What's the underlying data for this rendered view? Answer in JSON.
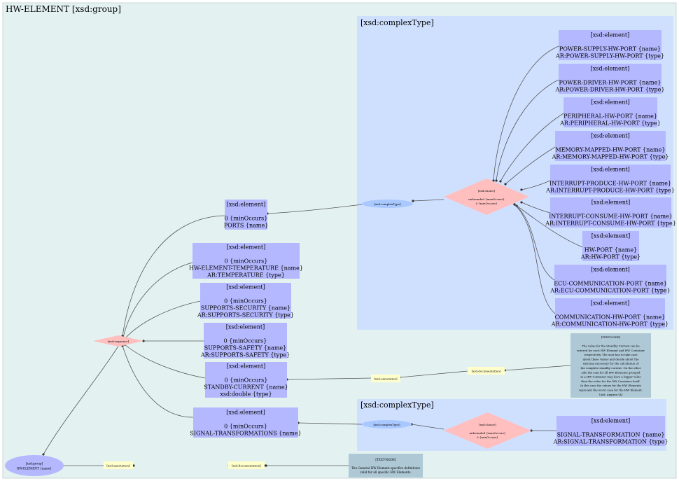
{
  "group": {
    "title": "HW-ELEMENT [xsd:group]"
  },
  "clusters": {
    "ports_type": {
      "label": "[xsd:complexType]"
    },
    "signal_type": {
      "label": "[xsd:complexType]"
    }
  },
  "nodes": {
    "group_node": {
      "lines": [
        "[xsd:group]",
        "HW-ELEMENT {name}"
      ]
    },
    "group_annotation": {
      "lines": [
        "[xsd:annotation]"
      ]
    },
    "group_documentation": {
      "lines": [
        "[xsd:documentation]"
      ]
    },
    "group_doc_text": {
      "lines": [
        "[TEXT-NODE]",
        "",
        "The General HW Element specifics definitions",
        "valid for all specific HW Elements."
      ]
    },
    "sequence": {
      "lines": [
        "[xsd:sequence]"
      ]
    },
    "ports": {
      "lines": [
        "[xsd:element]",
        "",
        "0 {minOccurs}",
        "PORTS {name}"
      ]
    },
    "temperature": {
      "lines": [
        "[xsd:element]",
        "",
        "0 {minOccurs}",
        "HW-ELEMENT-TEMPERATURE {name}",
        "AR:TEMPERATURE {type}"
      ]
    },
    "supports_security": {
      "lines": [
        "[xsd:element]",
        "",
        "0 {minOccurs}",
        "SUPPORTS-SECURITY {name}",
        "AR:SUPPORTS-SECURITY {type}"
      ]
    },
    "supports_safety": {
      "lines": [
        "[xsd:element]",
        "",
        "0 {minOccurs}",
        "SUPPORTS-SAFETY {name}",
        "AR:SUPPORTS-SAFETY {type}"
      ]
    },
    "standby_current": {
      "lines": [
        "[xsd:element]",
        "",
        "0 {minOccurs}",
        "STANDBY-CURRENT {name}",
        "xsd:double {type}"
      ]
    },
    "signal_transformations": {
      "lines": [
        "[xsd:element]",
        "",
        "0 {minOccurs}",
        "SIGNAL-TRANSFORMATIONS {name}"
      ]
    },
    "standby_annotation": {
      "lines": [
        "[xsd:annotation]"
      ]
    },
    "standby_documentation": {
      "lines": [
        "[xsd:documentation]"
      ]
    },
    "standby_doc_text": {
      "lines": [
        "[TEXT-NODE]",
        "",
        "The value for the Standby Current can be",
        "entered for each HW Element and HW Container",
        "respectively. The user has to take care",
        "about these values and decide about the",
        "extrema necessary for the calculation of",
        "the complete standby current. On the other",
        "side the sum for all HW Elements grouped",
        "in a HW Container may have a bigger value",
        "than the value for the HW Container itself.",
        "In this case the values for the HW Elements",
        "represent the worst case for the HW Element.",
        "Unit: Ampere [A]"
      ]
    },
    "ports_complex": {
      "lines": [
        "[xsd:complexType]"
      ]
    },
    "ports_choice": {
      "lines": [
        "[xsd:choice]",
        "",
        "unbounded {maxOccurs}",
        "0 {minOccurs}"
      ]
    },
    "power_supply": {
      "lines": [
        "[xsd:element]",
        "",
        "POWER-SUPPLY-HW-PORT {name}",
        "AR:POWER-SUPPLY-HW-PORT {type}"
      ]
    },
    "power_driver": {
      "lines": [
        "[xsd:element]",
        "",
        "POWER-DRIVER-HW-PORT {name}",
        "AR:POWER-DRIVER-HW-PORT {type}"
      ]
    },
    "peripheral": {
      "lines": [
        "[xsd:element]",
        "",
        "PERIPHERAL-HW-PORT {name}",
        "AR:PERIPHERAL-HW-PORT {type}"
      ]
    },
    "memory_mapped": {
      "lines": [
        "[xsd:element]",
        "",
        "MEMORY-MAPPED-HW-PORT {name}",
        "AR:MEMORY-MAPPED-HW-PORT {type}"
      ]
    },
    "interrupt_produce": {
      "lines": [
        "[xsd:element]",
        "",
        "INTERRUPT-PRODUCE-HW-PORT {name}",
        "AR:INTERRUPT-PRODUCE-HW-PORT {type}"
      ]
    },
    "interrupt_consume": {
      "lines": [
        "[xsd:element]",
        "",
        "INTERRUPT-CONSUME-HW-PORT {name}",
        "AR:INTERRUPT-CONSUME-HW-PORT {type}"
      ]
    },
    "hw_port": {
      "lines": [
        "[xsd:element]",
        "",
        "HW-PORT {name}",
        "AR:HW-PORT {type}"
      ]
    },
    "ecu_comm": {
      "lines": [
        "[xsd:element]",
        "",
        "ECU-COMMUNICATION-PORT {name}",
        "AR:ECU-COMMUNICATION-PORT {type}"
      ]
    },
    "comm_hw": {
      "lines": [
        "[xsd:element]",
        "",
        "COMMUNICATION-HW-PORT {name}",
        "AR:COMMUNICATION-HW-PORT {type}"
      ]
    },
    "signal_complex": {
      "lines": [
        "[xsd:complexType]"
      ]
    },
    "signal_choice": {
      "lines": [
        "[xsd:choice]",
        "",
        "unbounded {maxOccurs}",
        "0 {minOccurs}"
      ]
    },
    "signal_transformation": {
      "lines": [
        "[xsd:element]",
        "",
        "SIGNAL-TRANSFORMATION {name}",
        "AR:SIGNAL-TRANSFORMATION {type}"
      ]
    }
  },
  "colors": {
    "group_bg": "#e3f2f1",
    "cluster_bg": "#cfe0ff",
    "element": "#b3b8ff",
    "sequence_choice": "#ffbfbf",
    "complex_type": "#a8c8ff",
    "group_node": "#b3b8ff",
    "annotation": "#ffffcc",
    "text_node": "#aec8d6",
    "edge": "#555555"
  }
}
